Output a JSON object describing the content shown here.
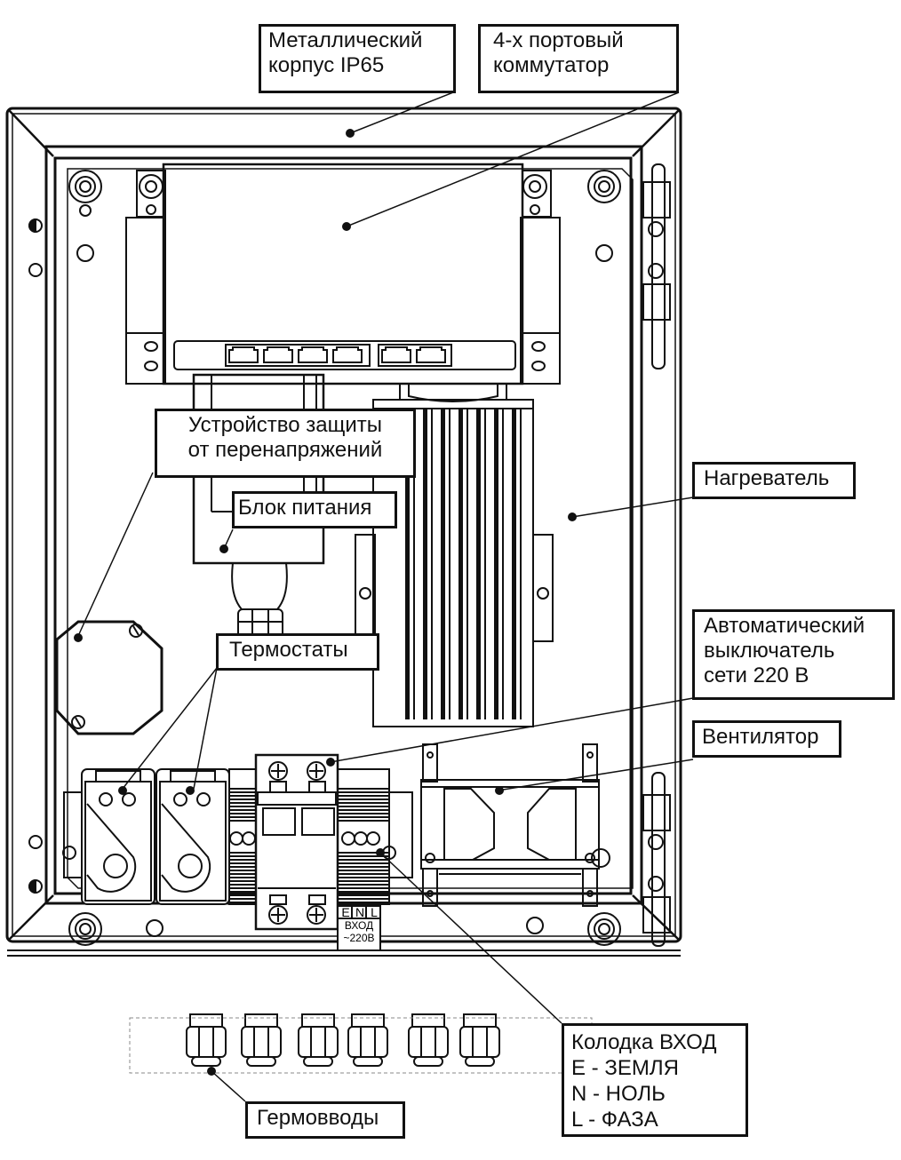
{
  "title": "Шкаф коммутационный — схема компонентов",
  "callouts": {
    "enclosure": [
      "Металлический",
      "корпус IP65"
    ],
    "switch": [
      "4-х портовый",
      "коммутатор"
    ],
    "surge": [
      "Устройство защиты",
      "от перенапряжений"
    ],
    "psu": [
      "Блок питания"
    ],
    "heater": [
      "Нагреватель"
    ],
    "thermostats": [
      "Термостаты"
    ],
    "breaker": [
      "Автоматический",
      "выключатель",
      "сети 220 В"
    ],
    "fan": [
      "Вентилятор"
    ],
    "terminal": [
      "Колодка ВХОД",
      "E - ЗЕМЛЯ",
      "N - НОЛЬ",
      "L - ФАЗА"
    ],
    "glands": [
      "Гермовводы"
    ]
  },
  "terminal_block": {
    "pins": [
      "E",
      "N",
      "L"
    ],
    "caption": [
      "ВХОД",
      "~220В"
    ]
  },
  "switch_ports": {
    "group1": 4,
    "group2": 2
  },
  "cable_glands_count": 6,
  "colors": {
    "line": "#111111",
    "fill": "#ffffff",
    "dash": "#888888"
  }
}
